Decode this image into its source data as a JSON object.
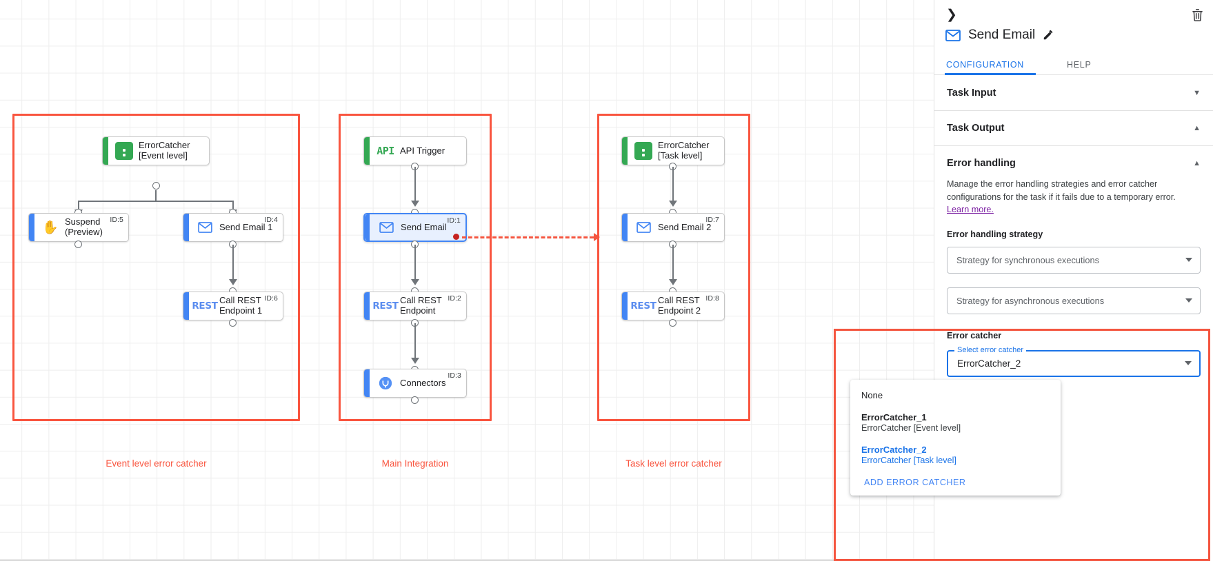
{
  "canvas": {
    "groups": [
      {
        "id": "event-level",
        "caption": "Event level error catcher"
      },
      {
        "id": "main-integration",
        "caption": "Main Integration"
      },
      {
        "id": "task-level",
        "caption": "Task level error catcher"
      }
    ],
    "nodes": {
      "errorcatcher_event": {
        "label": "ErrorCatcher\n[Event level]",
        "id": "",
        "icon": "errorcatcher-icon"
      },
      "suspend": {
        "label": "Suspend\n(Preview)",
        "id": "ID:5",
        "icon": "hand-icon"
      },
      "send_email_1": {
        "label": "Send Email 1",
        "id": "ID:4",
        "icon": "mail-icon"
      },
      "call_rest_1": {
        "label": "Call REST\nEndpoint 1",
        "id": "ID:6",
        "icon": "rest-icon"
      },
      "api_trigger": {
        "label": "API Trigger",
        "id": "",
        "icon": "api-icon"
      },
      "send_email": {
        "label": "Send Email",
        "id": "ID:1",
        "icon": "mail-icon"
      },
      "call_rest": {
        "label": "Call REST\nEndpoint",
        "id": "ID:2",
        "icon": "rest-icon"
      },
      "connectors": {
        "label": "Connectors",
        "id": "ID:3",
        "icon": "connectors-icon"
      },
      "errorcatcher_task": {
        "label": "ErrorCatcher\n[Task level]",
        "id": "",
        "icon": "errorcatcher-icon"
      },
      "send_email_2": {
        "label": "Send Email 2",
        "id": "ID:7",
        "icon": "mail-icon"
      },
      "call_rest_2": {
        "label": "Call REST\nEndpoint 2",
        "id": "ID:8",
        "icon": "rest-icon"
      }
    },
    "icon_text": {
      "api": "API",
      "rest": "REST"
    }
  },
  "panel": {
    "collapse_icon": "chevron-right-icon",
    "delete_icon": "trash-icon",
    "title": "Send Email",
    "title_icon": "mail-icon",
    "edit_icon": "pencil-icon",
    "tabs": [
      {
        "label": "CONFIGURATION",
        "active": true
      },
      {
        "label": "HELP",
        "active": false
      }
    ],
    "sections": [
      {
        "key": "task_input",
        "title": "Task Input",
        "chevron": "chevron-down-icon"
      },
      {
        "key": "task_output",
        "title": "Task Output",
        "chevron": "chevron-up-icon"
      },
      {
        "key": "error_handling",
        "title": "Error handling",
        "chevron": "chevron-up-icon"
      }
    ],
    "error_handling": {
      "description": "Manage the error handling strategies and error catcher configurations for the task if it fails due to a temporary error.",
      "learn_more": "Learn more.",
      "strategy_label": "Error handling strategy",
      "sync_placeholder": "Strategy for synchronous executions",
      "async_placeholder": "Strategy for asynchronous executions",
      "error_catcher_label": "Error catcher",
      "select_legend": "Select error catcher",
      "select_value": "ErrorCatcher_2",
      "dropdown": {
        "options": [
          {
            "primary": "None",
            "secondary": "",
            "selected": false
          },
          {
            "primary": "ErrorCatcher_1",
            "secondary": "ErrorCatcher [Event level]",
            "selected": false
          },
          {
            "primary": "ErrorCatcher_2",
            "secondary": "ErrorCatcher [Task level]",
            "selected": true
          }
        ],
        "add_label": "ADD ERROR CATCHER"
      }
    }
  },
  "colors": {
    "accent_blue": "#1a73e8",
    "highlight_red": "#f4553f",
    "green": "#34a853",
    "purple_link": "#7b1fa2"
  }
}
